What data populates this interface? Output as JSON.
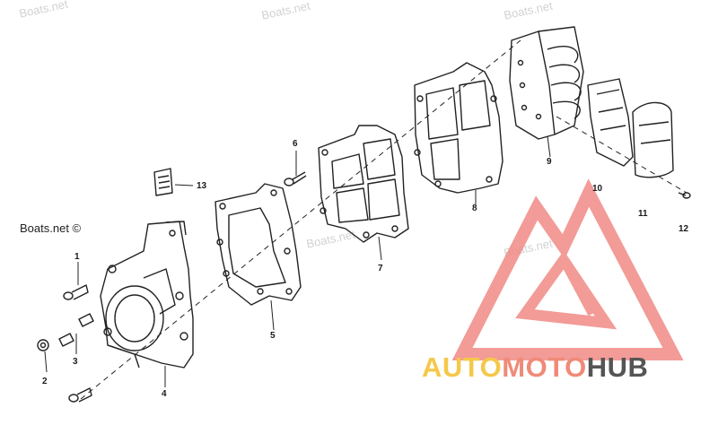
{
  "watermarks": [
    "Boats.net",
    "Boats.net",
    "Boats.net",
    "Boats.net",
    "Boats.net"
  ],
  "brand_label": "Boats.net ©",
  "callouts": [
    "1",
    "2",
    "3",
    "4",
    "5",
    "6",
    "7",
    "8",
    "9",
    "10",
    "11",
    "12",
    "13"
  ],
  "logo": {
    "part1": "AUTO",
    "part2": "MOTO",
    "part3": "HUB",
    "color_auto": "#f5c84a",
    "color_moto": "#f08a78",
    "color_hub": "#555555",
    "triangle_color": "#f08a86"
  }
}
